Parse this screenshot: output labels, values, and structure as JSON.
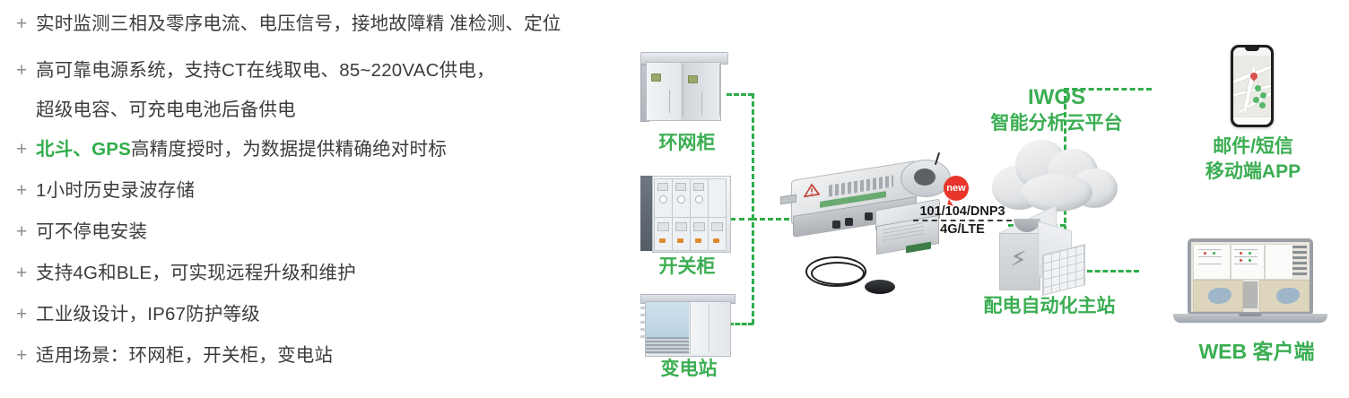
{
  "accent_green": "#2FAC4A",
  "label_green": "#3BAE52",
  "text_gray": "#3c3c3c",
  "badge_red": "#E8342B",
  "features": {
    "bullet_marker": "+",
    "items": [
      {
        "pre": "实时监测三相及零序电流、电压信号，接地故障精 准检测、定位",
        "hl": "",
        "post": "",
        "continuation": false
      },
      {
        "pre": "高可靠电源系统，支持CT在线取电、85~220VAC供电，",
        "hl": "",
        "post": "",
        "continuation": false
      },
      {
        "pre": "超级电容、可充电电池后备供电",
        "hl": "",
        "post": "",
        "continuation": true
      },
      {
        "pre": "",
        "hl": "北斗、GPS",
        "post": "高精度授时，为数据提供精确绝对时标",
        "continuation": false
      },
      {
        "pre": "1小时历史录波存储",
        "hl": "",
        "post": "",
        "continuation": false
      },
      {
        "pre": "可不停电安装",
        "hl": "",
        "post": "",
        "continuation": false
      },
      {
        "pre": "支持4G和BLE，可实现远程升级和维护",
        "hl": "",
        "post": "",
        "continuation": false
      },
      {
        "pre": "工业级设计，IP67防护等级",
        "hl": "",
        "post": "",
        "continuation": false
      },
      {
        "pre": "适用场景：环网柜，开关柜，变电站",
        "hl": "",
        "post": "",
        "continuation": false
      }
    ]
  },
  "diagram": {
    "labels": {
      "ring_main_unit": "环网柜",
      "switchgear": "开关柜",
      "substation": "变电站",
      "cloud_title": "IWOS",
      "cloud_subtitle": "智能分析云平台",
      "master_station": "配电自动化主站",
      "mobile_line1": "邮件/短信",
      "mobile_line2": "移动端APP",
      "web_client": "WEB 客户端"
    },
    "protocol": {
      "line1": "101/104/DNP3",
      "line2": "4G/LTE",
      "badge": "new"
    }
  }
}
